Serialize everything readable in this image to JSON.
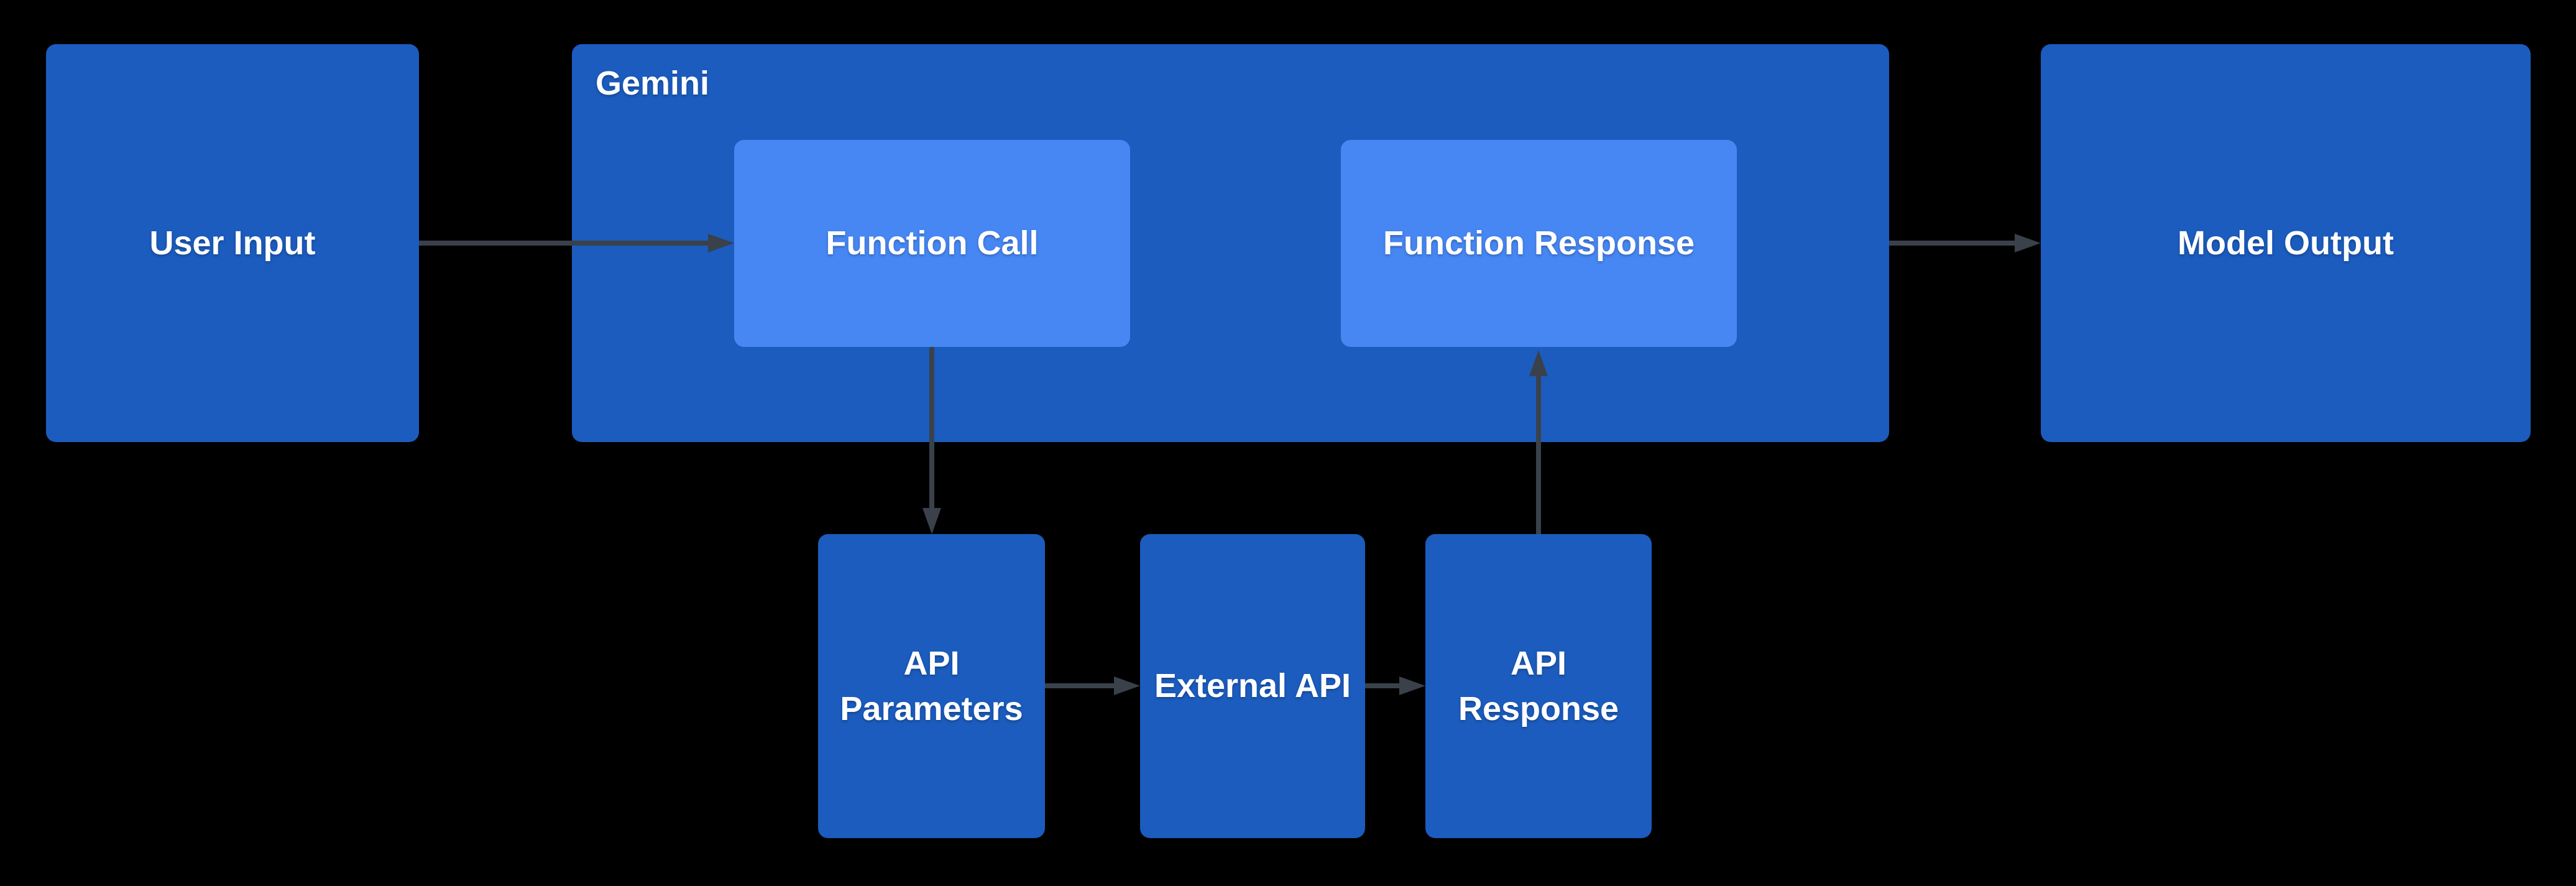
{
  "colors": {
    "background": "#000000",
    "node_fill": "#1b5cbe",
    "node_fill_light": "#4787f3",
    "arrow": "#3a414b",
    "label": "#ffffff"
  },
  "nodes": {
    "user_input": {
      "label": "User Input"
    },
    "gemini": {
      "label": "Gemini"
    },
    "function_call": {
      "label": "Function Call"
    },
    "function_response": {
      "label": "Function Response"
    },
    "model_output": {
      "label": "Model Output"
    },
    "api_parameters": {
      "label": "API Parameters"
    },
    "external_api": {
      "label": "External API"
    },
    "api_response": {
      "label": "API Response"
    }
  },
  "connections": [
    {
      "from": "User Input",
      "to": "Function Call",
      "direction": "right"
    },
    {
      "from": "Function Call",
      "to": "API Parameters",
      "direction": "down"
    },
    {
      "from": "API Parameters",
      "to": "External API",
      "direction": "right"
    },
    {
      "from": "External API",
      "to": "API Response",
      "direction": "right"
    },
    {
      "from": "API Response",
      "to": "Function Response",
      "direction": "up"
    },
    {
      "from": "Gemini",
      "to": "Model Output",
      "direction": "right"
    }
  ]
}
